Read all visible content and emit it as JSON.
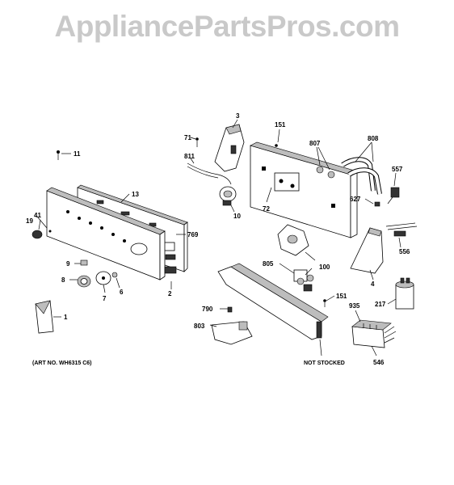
{
  "watermark": "AppliancePartsPros.com",
  "art_number": "(ART NO. WH6315 C6)",
  "not_stocked": "NOT STOCKED",
  "callouts": {
    "c1": "1",
    "c2": "2",
    "c3": "3",
    "c4": "4",
    "c6": "6",
    "c7": "7",
    "c8": "8",
    "c9": "9",
    "c10": "10",
    "c11": "11",
    "c13": "13",
    "c19": "19",
    "c41": "41",
    "c71": "71",
    "c72": "72",
    "c100": "100",
    "c151a": "151",
    "c151b": "151",
    "c217": "217",
    "c546": "546",
    "c556": "556",
    "c557": "557",
    "c627": "627",
    "c769": "769",
    "c790": "790",
    "c803": "803",
    "c805": "805",
    "c807": "807",
    "c808": "808",
    "c811": "811",
    "c935": "935"
  }
}
